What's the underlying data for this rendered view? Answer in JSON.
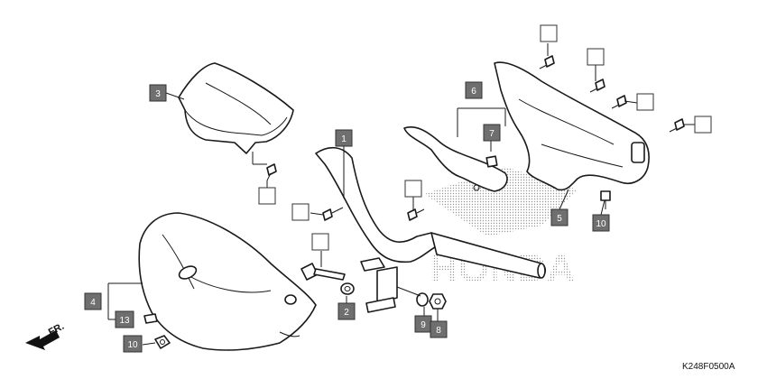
{
  "diagram": {
    "reference_code": "K248F0500A",
    "direction_label": "FR.",
    "watermark_text": "HONDA",
    "callouts": [
      {
        "id": "c3",
        "label": "3",
        "filled": true
      },
      {
        "id": "c1",
        "label": "1",
        "filled": true
      },
      {
        "id": "c6",
        "label": "6",
        "filled": true
      },
      {
        "id": "c7",
        "label": "7",
        "filled": true
      },
      {
        "id": "c5",
        "label": "5",
        "filled": true
      },
      {
        "id": "c10a",
        "label": "10",
        "filled": true
      },
      {
        "id": "c4",
        "label": "4",
        "filled": true
      },
      {
        "id": "c13",
        "label": "13",
        "filled": true
      },
      {
        "id": "c10b",
        "label": "10",
        "filled": true
      },
      {
        "id": "c2",
        "label": "2",
        "filled": true
      },
      {
        "id": "c9",
        "label": "9",
        "filled": true
      },
      {
        "id": "c8",
        "label": "8",
        "filled": true
      },
      {
        "id": "e1",
        "label": "",
        "filled": false
      },
      {
        "id": "e2",
        "label": "",
        "filled": false
      },
      {
        "id": "e3",
        "label": "",
        "filled": false
      },
      {
        "id": "e4",
        "label": "",
        "filled": false
      },
      {
        "id": "e5",
        "label": "",
        "filled": false
      },
      {
        "id": "e6",
        "label": "",
        "filled": false
      },
      {
        "id": "e7",
        "label": "",
        "filled": false
      },
      {
        "id": "e8",
        "label": "",
        "filled": false
      }
    ],
    "colors": {
      "callout_fill": "#6f6f6f",
      "line": "#1a1a1a",
      "background": "#ffffff"
    }
  }
}
